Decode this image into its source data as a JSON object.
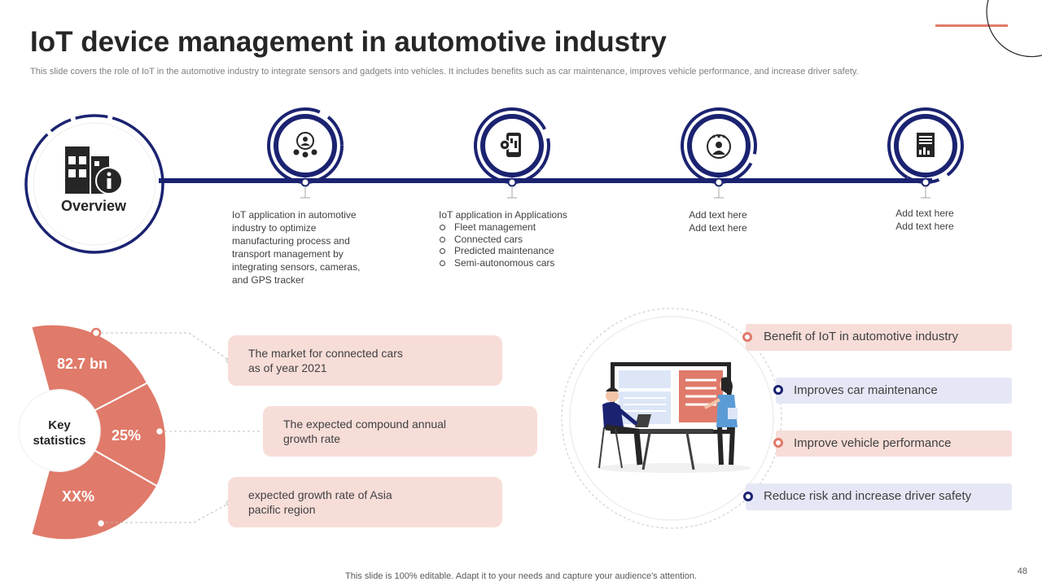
{
  "header": {
    "title": "IoT device management in automotive industry",
    "subtitle": "This slide covers the role of IoT in the automotive industry to integrate sensors and gadgets into vehicles. It includes benefits such as car maintenance, improves vehicle performance, and increase driver safety."
  },
  "overview": {
    "label": "Overview",
    "icon": "building-info-icon"
  },
  "timeline": {
    "steps": [
      {
        "icon": "person-gear-icon",
        "text": "IoT application in automotive industry to optimize manufacturing process and transport management  by integrating sensors, cameras, and GPS tracker"
      },
      {
        "icon": "mobile-gear-icon",
        "heading": "IoT application in Applications",
        "items": [
          "Fleet management",
          "Connected cars",
          "Predicted maintenance",
          "Semi-autonomous cars"
        ]
      },
      {
        "icon": "rated-person-icon",
        "lines": [
          "Add text here",
          "Add text here"
        ]
      },
      {
        "icon": "report-chart-icon",
        "lines": [
          "Add text here",
          "Add text here"
        ]
      }
    ]
  },
  "key_statistics": {
    "label_line1": "Key",
    "label_line2": "statistics",
    "stats": [
      {
        "value": "82.7 bn",
        "line1": "The market for connected cars",
        "line2": "as of year 2021"
      },
      {
        "value": "25%",
        "line1": "The expected compound annual",
        "line2": "growth rate"
      },
      {
        "value": "XX%",
        "line1": "expected growth rate of Asia",
        "line2": "pacific region"
      }
    ]
  },
  "benefits": {
    "heading": "Benefit of IoT in automotive industry",
    "items": [
      "Improves car maintenance",
      "Improve vehicle performance",
      "Reduce risk and increase driver safety"
    ],
    "illustration": "presentation-meeting-illustration"
  },
  "footer": {
    "note": "This slide is 100% editable. Adapt it to your needs and capture your audience's attention.",
    "page_number": "48"
  },
  "colors": {
    "navy": "#1b2371",
    "coral": "#e07a6a",
    "pink_box": "#f7ddd8",
    "lavender_box": "#e6e7f6"
  }
}
